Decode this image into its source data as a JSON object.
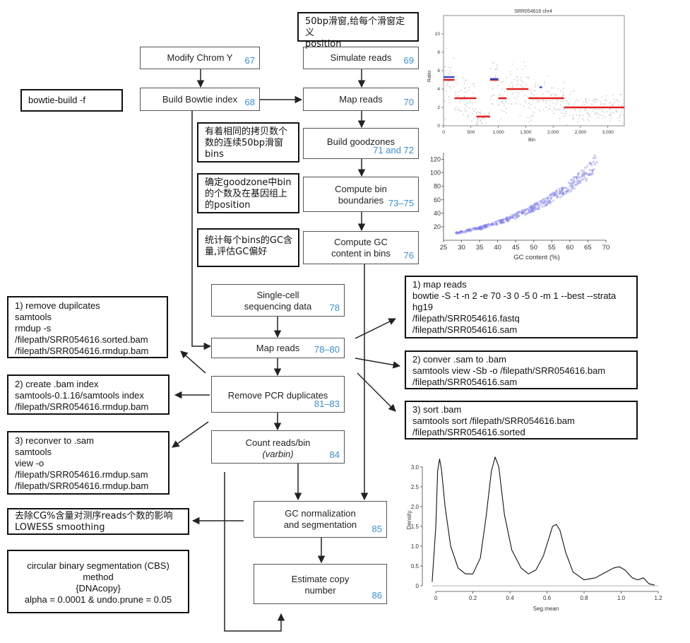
{
  "pipeline": {
    "modify_chrom": {
      "label": "Modify Chrom Y",
      "ref": "67"
    },
    "build_index": {
      "label": "Build Bowtie index",
      "ref": "68"
    },
    "simulate": {
      "label": "Simulate reads",
      "ref": "69"
    },
    "map_reads_top": {
      "label": "Map reads",
      "ref": "70"
    },
    "goodzones": {
      "label": "Build goodzones",
      "ref": "71 and 72"
    },
    "bin_boundaries": {
      "label1": "Compute bin",
      "label2": "boundaries",
      "ref": "73–75"
    },
    "gc_content": {
      "label1": "Compute GC",
      "label2": "content in bins",
      "ref": "76"
    },
    "single_cell": {
      "label1": "Single-cell",
      "label2": "sequencing data",
      "ref": "78"
    },
    "map_reads_bottom": {
      "label": "Map reads",
      "ref": "78–80"
    },
    "remove_pcr": {
      "label": "Remove PCR duplicates",
      "ref": "81–83"
    },
    "count_reads": {
      "label1": "Count reads/bin",
      "label2": "(varbin)",
      "ref": "84"
    },
    "gc_norm": {
      "label1": "GC normalization",
      "label2": "and segmentation",
      "ref": "85"
    },
    "estimate_cn": {
      "label1": "Estimate copy",
      "label2": "number",
      "ref": "86"
    }
  },
  "notes": {
    "sliding_window": [
      "50bp滑窗,给每个滑窗定义",
      "position"
    ],
    "bowtie_build": [
      "bowtie-build -f"
    ],
    "same_copy": [
      "有着相同的拷贝数个",
      "数的连续50bp滑窗",
      "bins"
    ],
    "goodzone_bins": [
      "确定goodzone中bin",
      "的个数及在基因组上",
      "的position"
    ],
    "gc_bias": [
      "统计每个bins的GC含",
      "量,评估GC偏好"
    ],
    "remove_dup": [
      "1) remove dupilcates",
      "samtools",
      "rmdup -s",
      "/filepath/SRR054616.sorted.bam",
      "/filepath/SRR054616.rmdup.bam"
    ],
    "create_index": [
      "2) create .bam index",
      "samtools-0.1.16/samtools index",
      "/filepath/SRR054616.rmdup.bam"
    ],
    "reconver": [
      "3) reconver to .sam",
      "samtools",
      "view -o",
      "/filepath/SRR054616.rmdup.sam",
      "/filepath/SRR054616.rmdup.bam"
    ],
    "lowess": [
      "去除CG%含量对测序reads个数的影响",
      "LOWESS smoothing"
    ],
    "cbs": [
      "circular binary segmentation (CBS)",
      "method",
      "{DNAcopy}",
      "alpha = 0.0001 & undo.prune = 0.05"
    ],
    "map_reads_cmd": [
      "1) map reads",
      "bowtie -S -t -n 2 -e 70 -3 0 -5 0 -m 1 --best --strata",
      "hg19",
      "/filepath/SRR054616.fastq",
      "/filepath/SRR054616.sam"
    ],
    "convert_sam": [
      "2) conver .sam to .bam",
      "samtools view -Sb -o /filepath/SRR054616.bam",
      "/filepath/SRR054616.sam"
    ],
    "sort_bam": [
      "3) sort .bam",
      "samtools sort /filepath/SRR054616.bam",
      "/filepath/SRR054616.sorted"
    ]
  },
  "chart_data": [
    {
      "type": "scatter",
      "title": "SRR054616 chr4",
      "xlabel": "Bin",
      "ylabel": "Ratio",
      "xlim": [
        0,
        3300
      ],
      "ylim": [
        0,
        12
      ],
      "xticks": [
        "0",
        "500",
        "1,000",
        "1,500",
        "2,000",
        "2,500",
        "3,000"
      ],
      "yticks": [
        "0",
        "2",
        "4",
        "6",
        "8",
        "10"
      ],
      "segments_red": [
        {
          "x0": 0,
          "x1": 200,
          "y": 5.0
        },
        {
          "x0": 200,
          "x1": 600,
          "y": 3.0
        },
        {
          "x0": 600,
          "x1": 850,
          "y": 1.0
        },
        {
          "x0": 850,
          "x1": 1000,
          "y": 5.0
        },
        {
          "x0": 1000,
          "x1": 1150,
          "y": 3.0
        },
        {
          "x0": 1150,
          "x1": 1550,
          "y": 4.0
        },
        {
          "x0": 1550,
          "x1": 2200,
          "y": 3.0
        },
        {
          "x0": 2200,
          "x1": 3300,
          "y": 2.0
        }
      ],
      "segments_blue": [
        {
          "x0": 0,
          "x1": 200,
          "y": 5.3
        },
        {
          "x0": 850,
          "x1": 1000,
          "y": 5.1
        },
        {
          "x0": 1750,
          "x1": 1800,
          "y": 4.2
        }
      ],
      "grid": false
    },
    {
      "type": "scatter",
      "title": "",
      "xlabel": "GC content (%)",
      "ylabel": "",
      "xlim": [
        25,
        70
      ],
      "ylim": [
        0,
        130
      ],
      "xticks": [
        "25",
        "30",
        "35",
        "40",
        "45",
        "50",
        "55",
        "60",
        "65",
        "70"
      ],
      "yticks": [
        "20",
        "40",
        "60",
        "80",
        "100",
        "120"
      ],
      "trend": [
        [
          28,
          10
        ],
        [
          35,
          18
        ],
        [
          40,
          26
        ],
        [
          45,
          36
        ],
        [
          50,
          48
        ],
        [
          55,
          62
        ],
        [
          60,
          80
        ],
        [
          65,
          100
        ],
        [
          67,
          115
        ]
      ],
      "grid": false
    },
    {
      "type": "line",
      "title": "",
      "xlabel": "Seg.mean",
      "ylabel": "Density",
      "xlim": [
        -0.05,
        1.2
      ],
      "ylim": [
        0,
        3.3
      ],
      "xticks": [
        "0",
        "0.2",
        "0.4",
        "0.6",
        "0.8",
        "1.0",
        "1.2"
      ],
      "yticks": [
        "0",
        "0.5",
        "1.0",
        "1.5",
        "2.0",
        "2.5",
        "3.0"
      ],
      "x": [
        -0.02,
        0.0,
        0.01,
        0.02,
        0.03,
        0.05,
        0.08,
        0.12,
        0.16,
        0.2,
        0.24,
        0.27,
        0.3,
        0.32,
        0.34,
        0.37,
        0.41,
        0.46,
        0.5,
        0.54,
        0.58,
        0.61,
        0.63,
        0.65,
        0.67,
        0.7,
        0.74,
        0.8,
        0.86,
        0.92,
        0.96,
        0.99,
        1.02,
        1.06,
        1.09,
        1.12,
        1.15,
        1.18
      ],
      "y": [
        0.1,
        1.5,
        2.9,
        3.2,
        2.95,
        2.0,
        1.0,
        0.45,
        0.3,
        0.3,
        0.7,
        1.7,
        2.9,
        3.25,
        3.0,
        1.8,
        0.9,
        0.45,
        0.3,
        0.4,
        0.75,
        1.2,
        1.5,
        1.55,
        1.4,
        0.85,
        0.35,
        0.15,
        0.2,
        0.35,
        0.45,
        0.48,
        0.4,
        0.2,
        0.15,
        0.2,
        0.05,
        0.02
      ]
    }
  ]
}
